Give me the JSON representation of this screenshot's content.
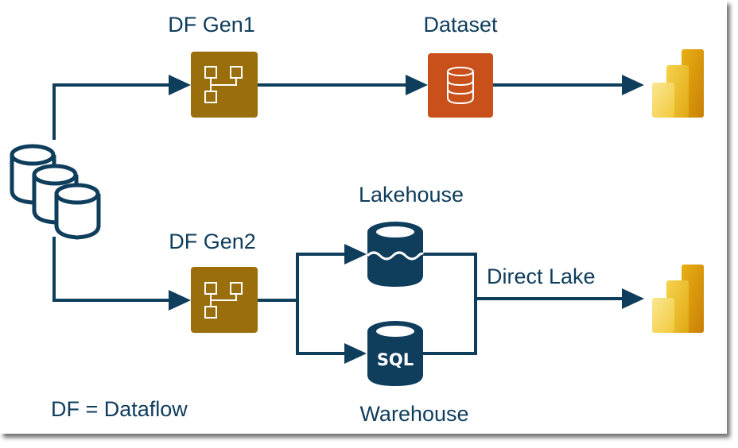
{
  "diagram": {
    "title": "Dataflow Gen1 vs Gen2 architecture",
    "colors": {
      "ink": "#0f3d5c",
      "dataflow_tile": "#9b6e0c",
      "dataset_tile": "#c9501a",
      "powerbi_light": "#f5d86a",
      "powerbi_mid": "#ecc233",
      "powerbi_dark": "#d99a0a"
    },
    "nodes": {
      "sources": {
        "label": "",
        "icon": "database-stack-icon"
      },
      "df_gen1": {
        "label": "DF Gen1",
        "icon": "dataflow-icon"
      },
      "dataset": {
        "label": "Dataset",
        "icon": "dataset-icon"
      },
      "powerbi_top": {
        "label": "",
        "icon": "power-bi-icon"
      },
      "df_gen2": {
        "label": "DF Gen2",
        "icon": "dataflow-icon"
      },
      "lakehouse": {
        "label": "Lakehouse",
        "icon": "lakehouse-icon"
      },
      "warehouse": {
        "label": "Warehouse",
        "icon": "sql-warehouse-icon",
        "icon_text": "SQL"
      },
      "powerbi_bottom": {
        "label": "",
        "icon": "power-bi-icon"
      }
    },
    "edges": [
      {
        "from": "sources",
        "to": "df_gen1",
        "label": ""
      },
      {
        "from": "df_gen1",
        "to": "dataset",
        "label": ""
      },
      {
        "from": "dataset",
        "to": "powerbi_top",
        "label": ""
      },
      {
        "from": "sources",
        "to": "df_gen2",
        "label": ""
      },
      {
        "from": "df_gen2",
        "to": "lakehouse",
        "label": ""
      },
      {
        "from": "df_gen2",
        "to": "warehouse",
        "label": ""
      },
      {
        "from": "lakehouse",
        "to": "powerbi_bottom",
        "label": "Direct Lake"
      },
      {
        "from": "warehouse",
        "to": "powerbi_bottom",
        "label": "Direct Lake"
      }
    ],
    "edge_label_direct_lake": "Direct Lake",
    "legend": "DF = Dataflow"
  }
}
